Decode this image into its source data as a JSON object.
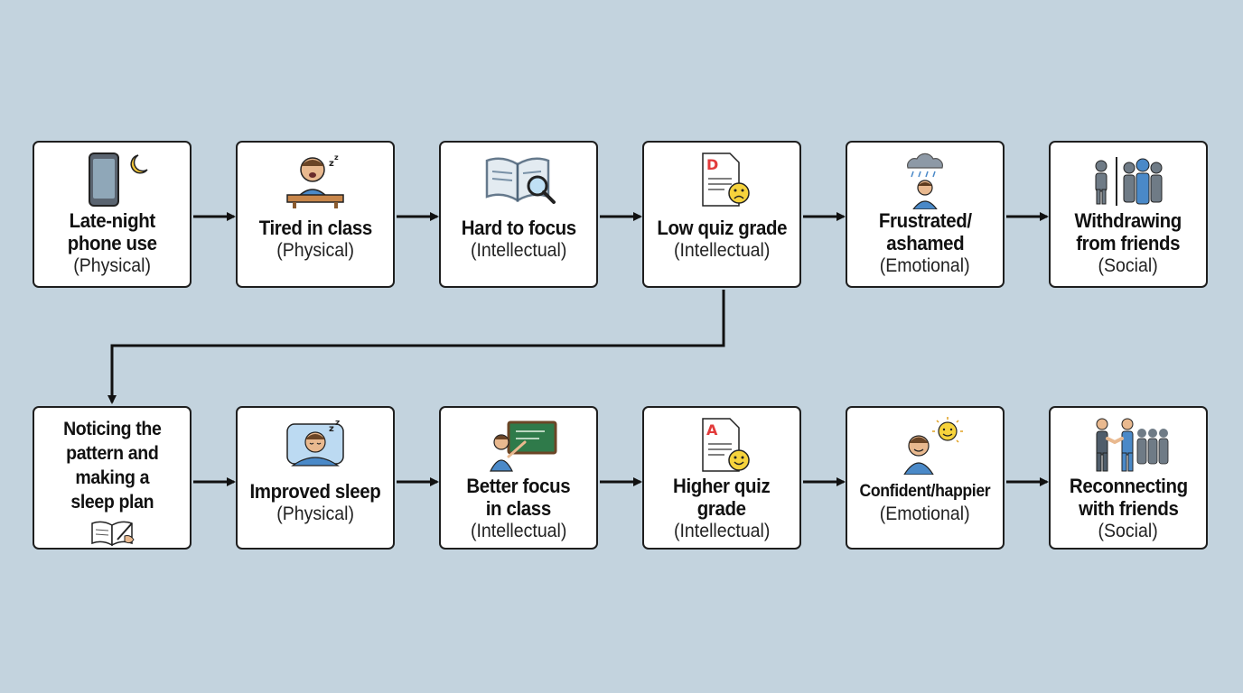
{
  "row1": [
    {
      "title_lines": [
        "Late-night",
        "phone use"
      ],
      "category": "(Physical)",
      "icon": "phone-moon-icon"
    },
    {
      "title_lines": [
        "Tired in class"
      ],
      "category": "(Physical)",
      "icon": "yawning-student-icon"
    },
    {
      "title_lines": [
        "Hard to focus"
      ],
      "category": "(Intellectual)",
      "icon": "blurry-book-magnifier-icon"
    },
    {
      "title_lines": [
        "Low quiz grade"
      ],
      "category": "(Intellectual)",
      "icon": "paper-grade-d-sad-icon",
      "grade": "D"
    },
    {
      "title_lines": [
        "Frustrated/",
        "ashamed"
      ],
      "category": "(Emotional)",
      "icon": "person-rain-cloud-icon"
    },
    {
      "title_lines": [
        "Withdrawing",
        "from friends"
      ],
      "category": "(Social)",
      "icon": "person-apart-from-group-icon"
    }
  ],
  "row2": [
    {
      "title_lines": [
        "Noticing the",
        "pattern and",
        "making a",
        "sleep plan"
      ],
      "category": "",
      "icon": "writing-notebook-icon"
    },
    {
      "title_lines": [
        "Improved sleep"
      ],
      "category": "(Physical)",
      "icon": "sleeping-person-icon"
    },
    {
      "title_lines": [
        "Better focus",
        "in class"
      ],
      "category": "(Intellectual)",
      "icon": "student-chalkboard-icon"
    },
    {
      "title_lines": [
        "Higher quiz",
        "grade"
      ],
      "category": "(Intellectual)",
      "icon": "paper-grade-a-smile-icon",
      "grade": "A"
    },
    {
      "title_lines": [
        "Confident/happier"
      ],
      "category": "(Emotional)",
      "icon": "person-sun-icon"
    },
    {
      "title_lines": [
        "Reconnecting",
        "with friends"
      ],
      "category": "(Social)",
      "icon": "handshake-group-icon"
    }
  ],
  "colors": {
    "background": "#c3d3de",
    "box_border": "#1e1e1e",
    "arrow": "#111111",
    "skin": "#e9b98f",
    "shirt": "#4a89c8",
    "grade_red": "#e23b3b",
    "smiley": "#f6d33c"
  }
}
